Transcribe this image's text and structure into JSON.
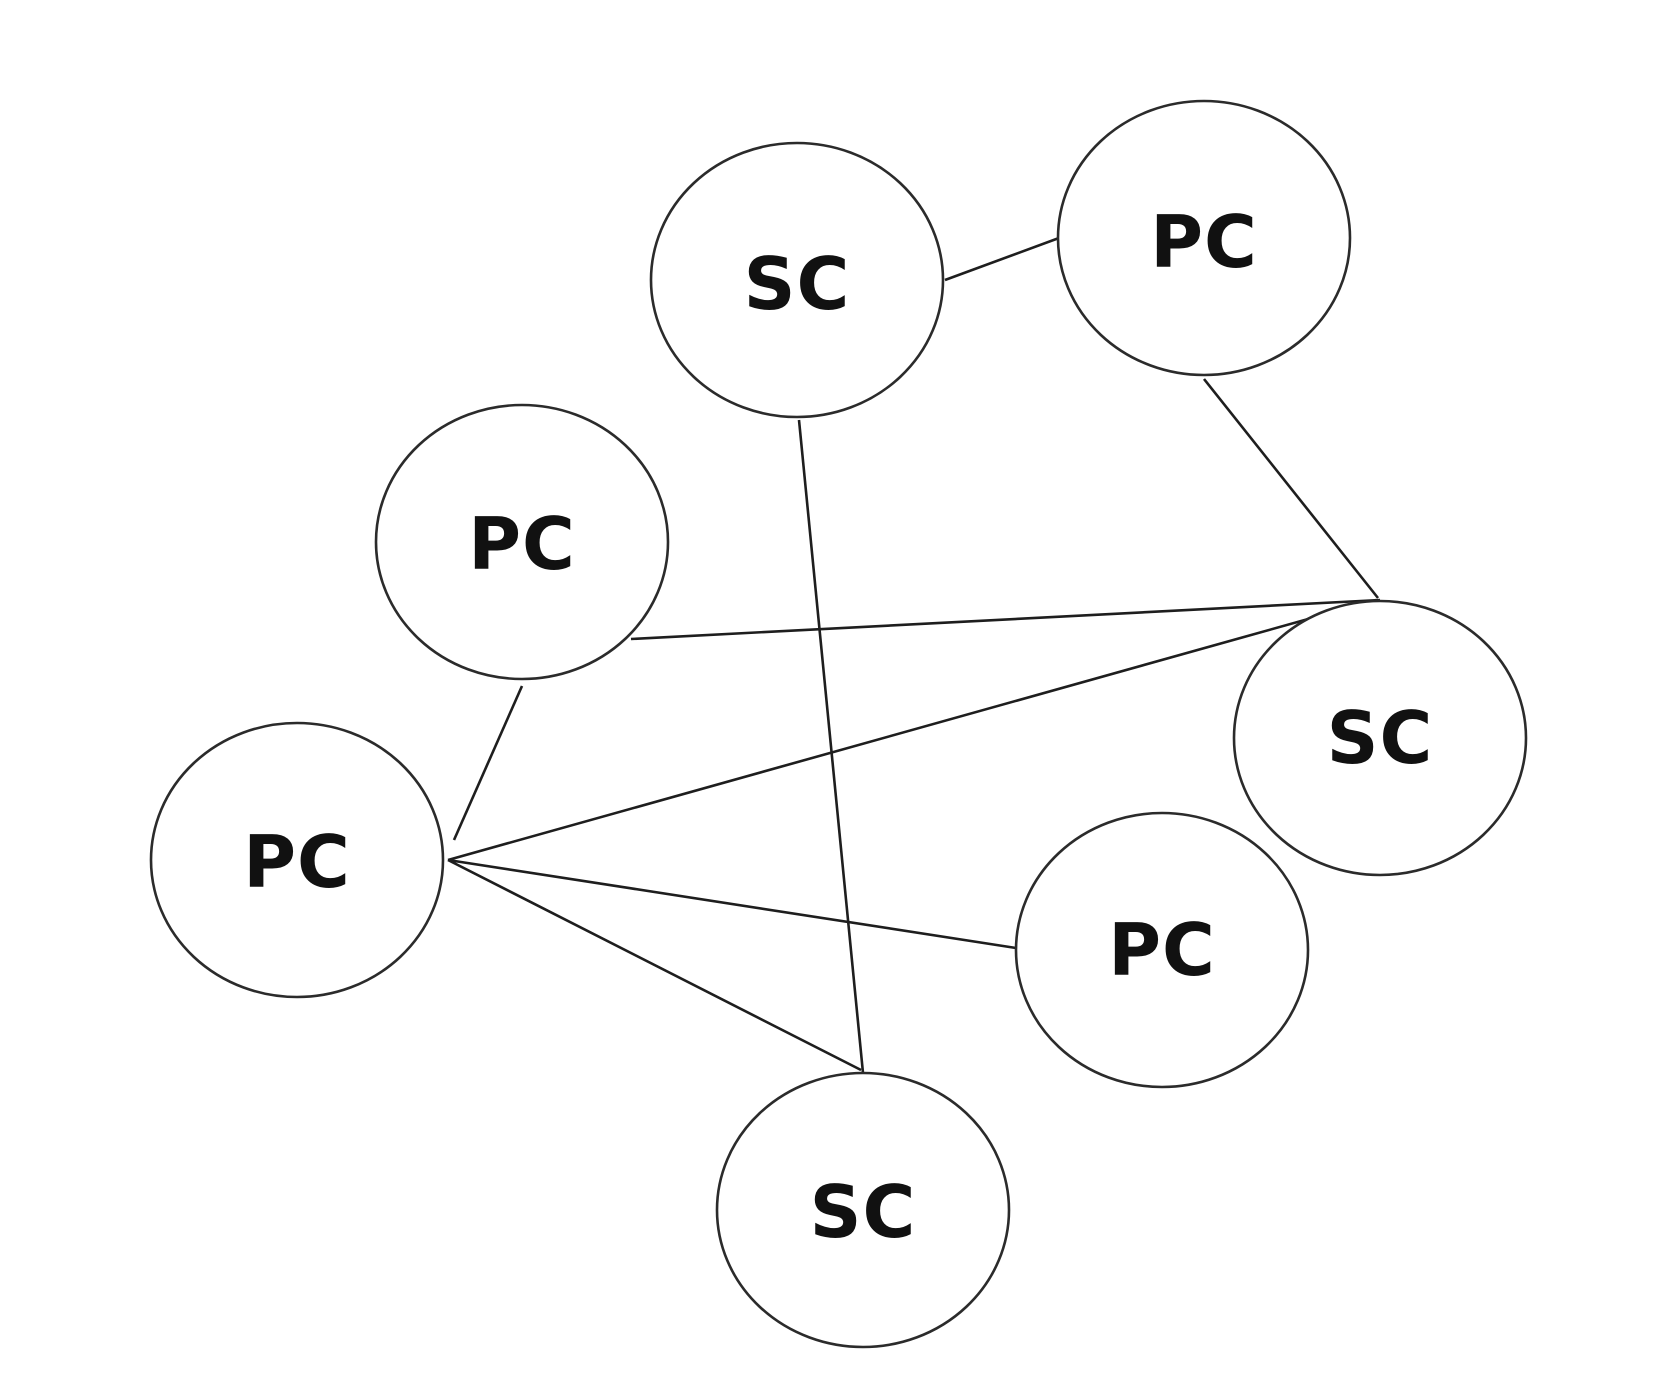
{
  "nodes": [
    {
      "id": "sc-top",
      "label": "SC"
    },
    {
      "id": "pc-top-right",
      "label": "PC"
    },
    {
      "id": "pc-upper-left",
      "label": "PC"
    },
    {
      "id": "sc-right",
      "label": "SC"
    },
    {
      "id": "pc-left",
      "label": "PC"
    },
    {
      "id": "pc-lower-right",
      "label": "PC"
    },
    {
      "id": "sc-bottom",
      "label": "SC"
    }
  ],
  "edges": [
    {
      "from": "sc-top",
      "to": "pc-top-right"
    },
    {
      "from": "pc-top-right",
      "to": "sc-right"
    },
    {
      "from": "sc-top",
      "to": "sc-bottom"
    },
    {
      "from": "pc-upper-left",
      "to": "sc-right"
    },
    {
      "from": "pc-upper-left",
      "to": "pc-left"
    },
    {
      "from": "pc-left",
      "to": "sc-right"
    },
    {
      "from": "pc-left",
      "to": "pc-lower-right"
    },
    {
      "from": "pc-left",
      "to": "sc-bottom"
    }
  ]
}
